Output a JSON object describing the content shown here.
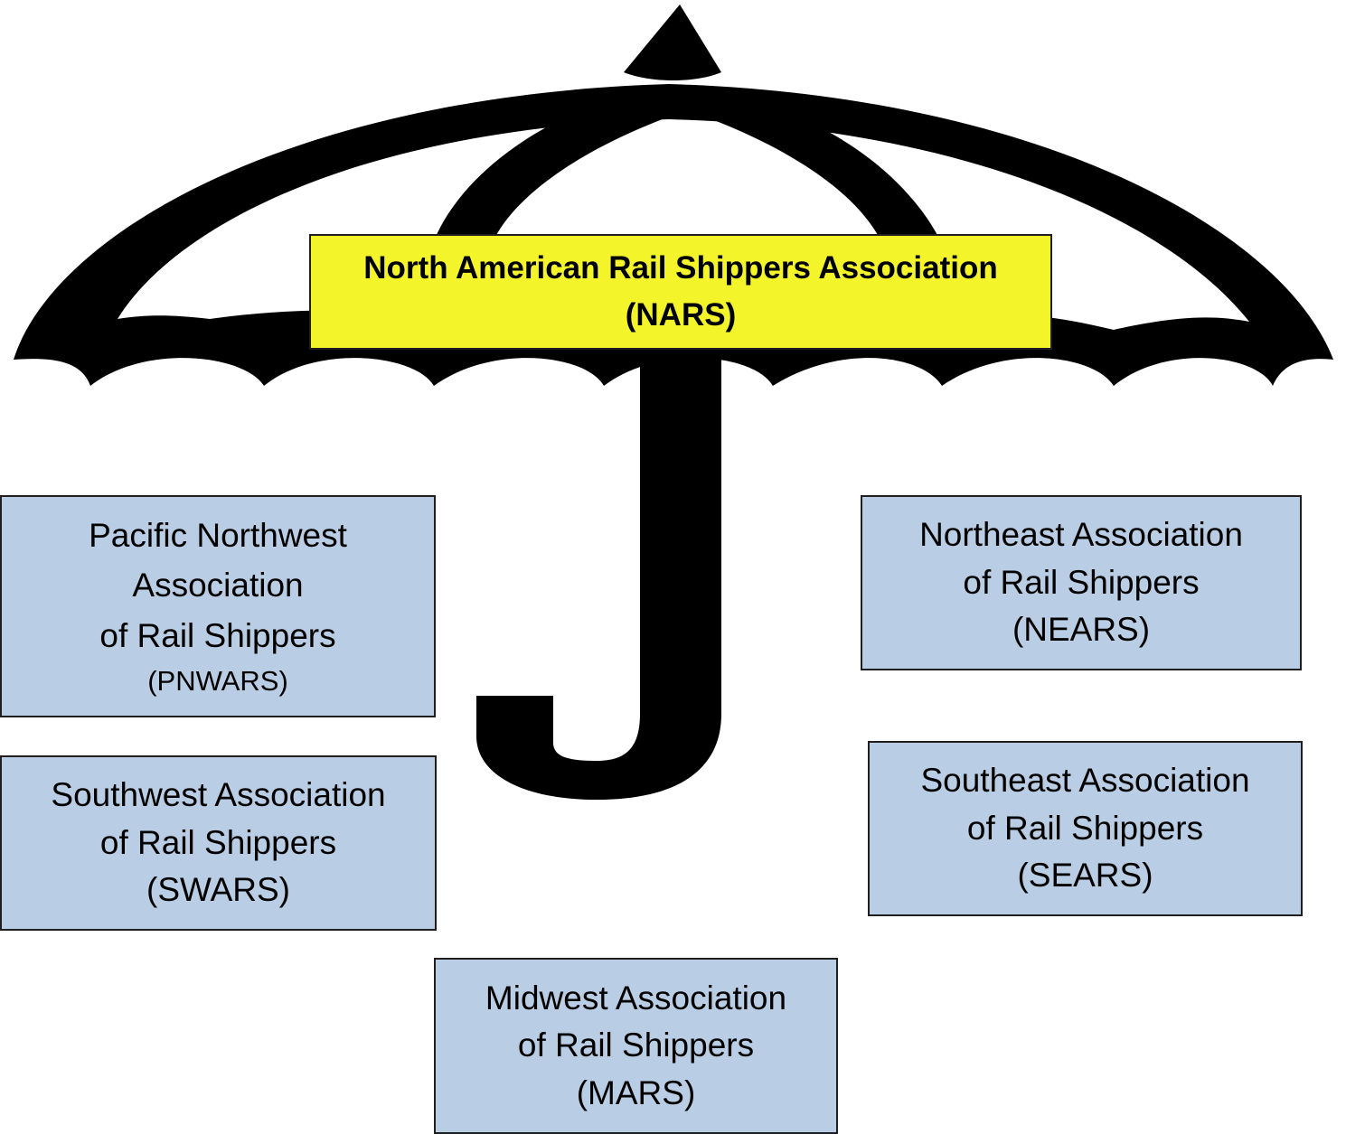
{
  "colors": {
    "umbrella": "#000000",
    "nars_box_fill": "#f4f42a",
    "region_box_fill": "#b9cde5",
    "box_border": "#1f1f1f"
  },
  "umbrella": {
    "icon": "umbrella-icon"
  },
  "nars": {
    "line1": "North American Rail Shippers Association",
    "line2": "(NARS)"
  },
  "regions": {
    "pnwars": {
      "line1": "Pacific Northwest",
      "line2": "Association",
      "line3": "of Rail Shippers",
      "line4": "(PNWARS)"
    },
    "swars": {
      "line1": "Southwest Association",
      "line2": "of Rail Shippers",
      "line3": "(SWARS)"
    },
    "mars": {
      "line1": "Midwest Association",
      "line2": "of Rail Shippers",
      "line3": "(MARS)"
    },
    "nears": {
      "line1": "Northeast Association",
      "line2": "of Rail Shippers",
      "line3": "(NEARS)"
    },
    "sears": {
      "line1": "Southeast Association",
      "line2": "of Rail Shippers",
      "line3": "(SEARS)"
    }
  }
}
